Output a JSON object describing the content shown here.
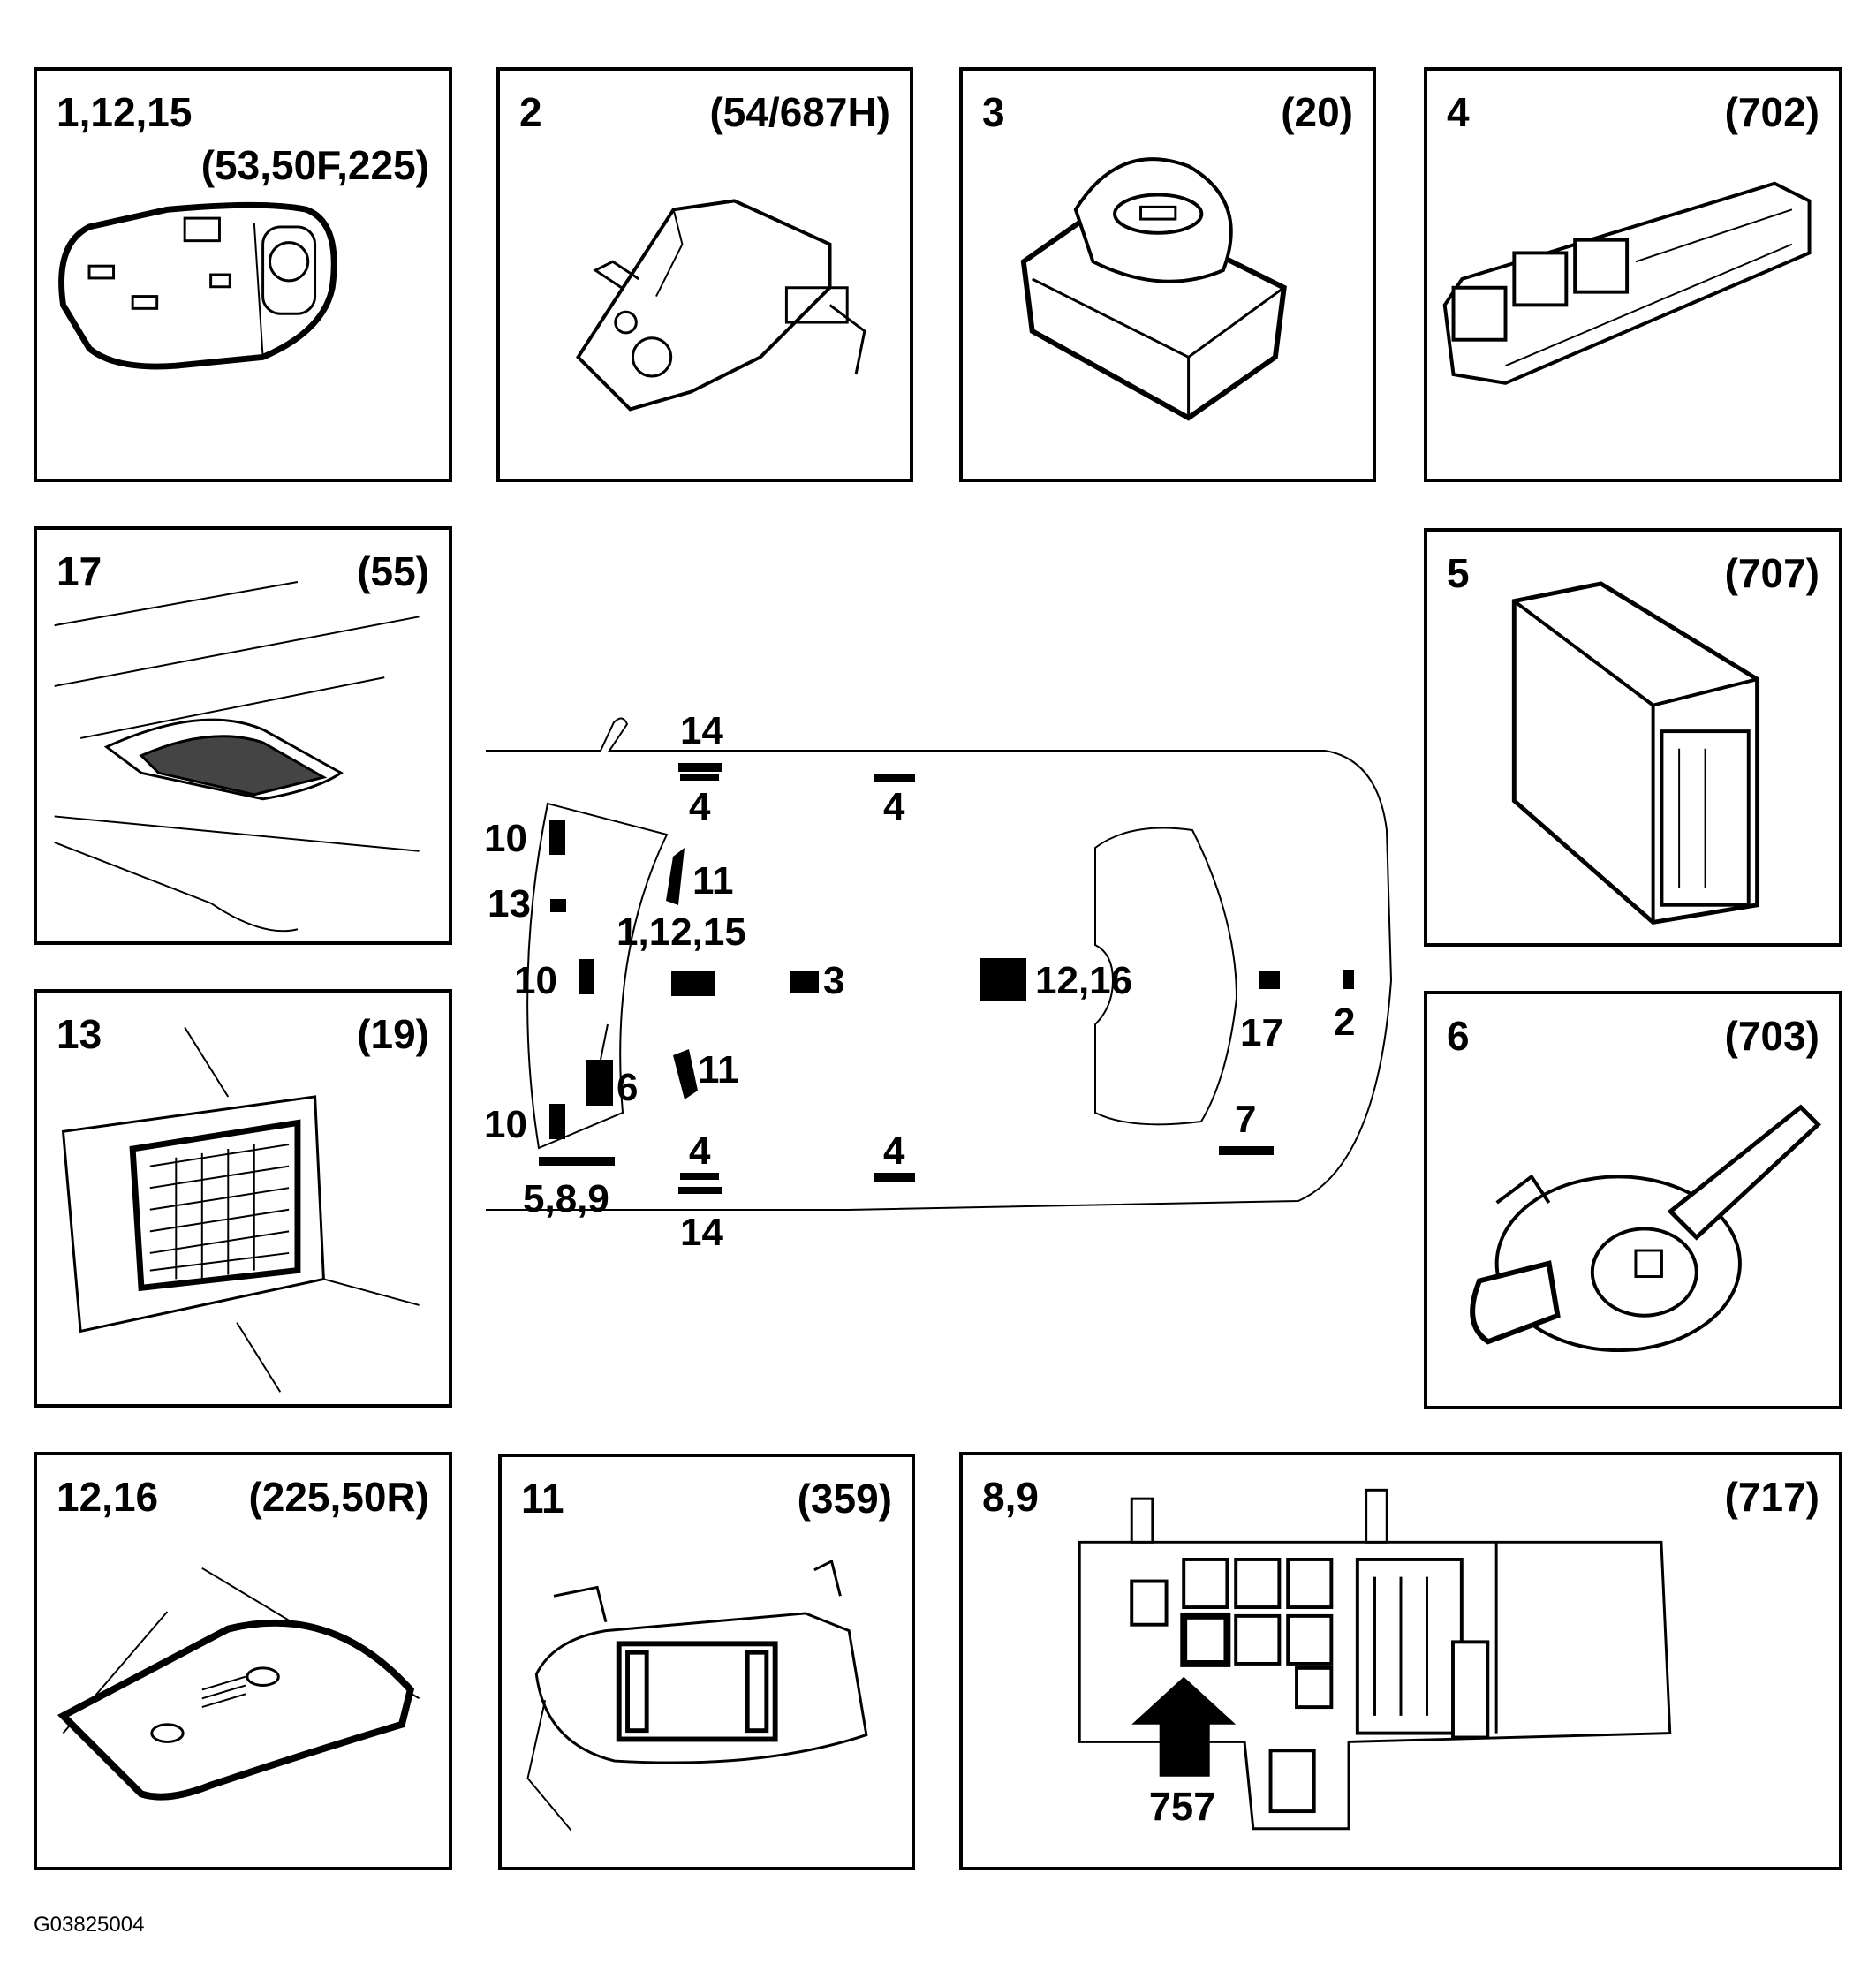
{
  "panels": {
    "p1": {
      "num": "1,12,15",
      "code": "(53,50F,225)"
    },
    "p2": {
      "num": "2",
      "code": "(54/687H)"
    },
    "p3": {
      "num": "3",
      "code": "(20)"
    },
    "p4": {
      "num": "4",
      "code": "(702)"
    },
    "p17": {
      "num": "17",
      "code": "(55)"
    },
    "p5": {
      "num": "5",
      "code": "(707)"
    },
    "p13": {
      "num": "13",
      "code": "(19)"
    },
    "p6": {
      "num": "6",
      "code": "(703)"
    },
    "p1216": {
      "num": "12,16",
      "code": "(225,50R)"
    },
    "p11": {
      "num": "11",
      "code": "(359)"
    },
    "p89": {
      "num": "8,9",
      "code": "(717)",
      "arrow_label": "757"
    }
  },
  "car_labels": {
    "l14_top": "14",
    "l4_tl": "4",
    "l4_tr": "4",
    "l10_a": "10",
    "l13": "13",
    "l11_top": "11",
    "l1_12_15": "1,12,15",
    "l10_b": "10",
    "l3": "3",
    "l12_16": "12,16",
    "l2": "2",
    "l17": "17",
    "l6": "6",
    "l11_bot": "11",
    "l10_c": "10",
    "l7": "7",
    "l4_bl": "4",
    "l4_br": "4",
    "l5_8_9": "5,8,9",
    "l14_bot": "14"
  },
  "footer": "G03825004"
}
